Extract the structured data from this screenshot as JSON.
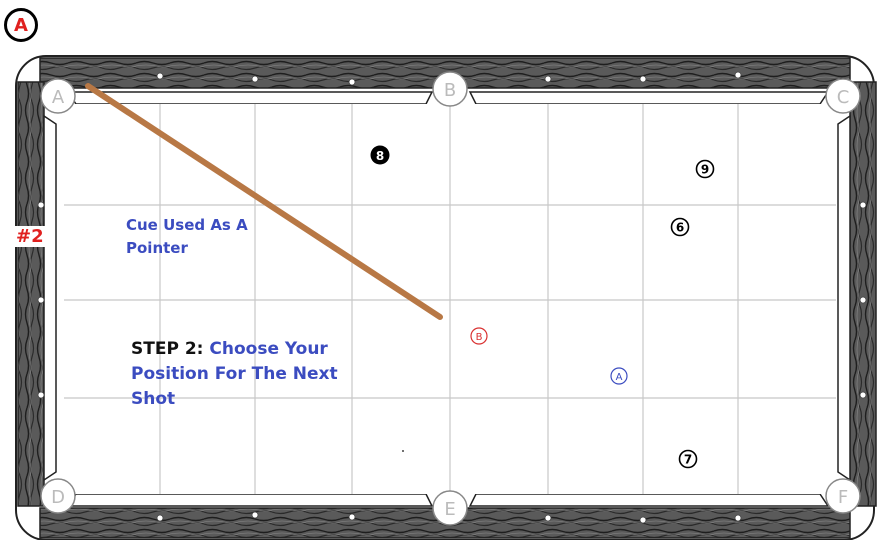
{
  "figure_badge": "A",
  "step_number": "#2",
  "cue_caption": "Cue Used As A Pointer",
  "step": {
    "prefix": "STEP 2: ",
    "text": "Choose Your Position For The Next Shot"
  },
  "pockets": [
    "A",
    "B",
    "C",
    "D",
    "E",
    "F"
  ],
  "balls": [
    {
      "label": "8",
      "style": "solid-black"
    },
    {
      "label": "9",
      "style": "outline"
    },
    {
      "label": "6",
      "style": "outline"
    },
    {
      "label": "7",
      "style": "outline"
    }
  ],
  "position_markers": [
    {
      "label": "B",
      "color": "#d93030"
    },
    {
      "label": "A",
      "color": "#3b4cc0"
    }
  ],
  "colors": {
    "rail": "#4a4a4a",
    "cloth": "#ffffff",
    "grid": "#c8c8c8",
    "cue": "#b87845",
    "label_red": "#e0201f",
    "label_blue": "#3b4cc0"
  }
}
